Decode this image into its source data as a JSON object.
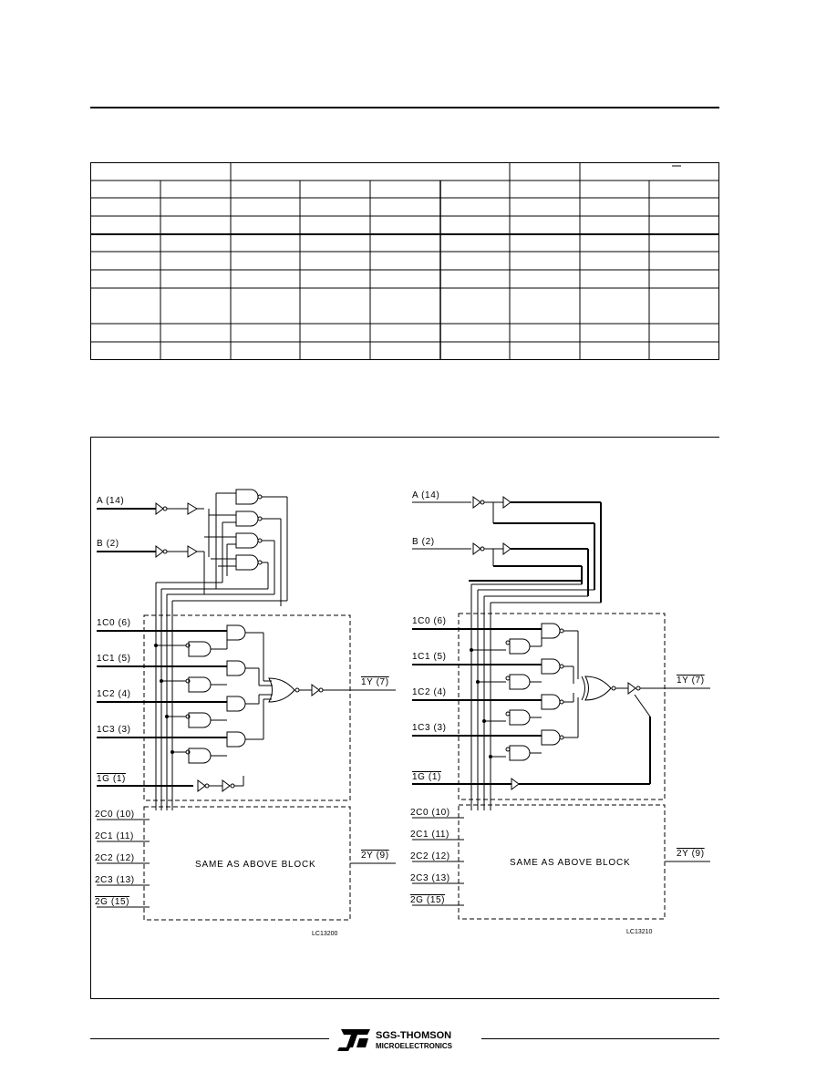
{
  "header": {},
  "schematic": {
    "left": {
      "inputs": [
        "A (14)",
        "B (2)",
        "1C0 (6)",
        "1C1 (5)",
        "1C2 (4)",
        "1C3 (3)",
        "1G (1)"
      ],
      "bottom_inputs": [
        "2C0 (10)",
        "2C1 (11)",
        "2C2 (12)",
        "2C3 (13)",
        "2G (15)"
      ],
      "output_1": "1Y (7)",
      "output_2": "2Y (9)",
      "block_label": "SAME AS ABOVE BLOCK",
      "code": "LC13200"
    },
    "right": {
      "inputs": [
        "A (14)",
        "B (2)",
        "1C0 (6)",
        "1C1 (5)",
        "1C2 (4)",
        "1C3 (3)",
        "1G (1)"
      ],
      "bottom_inputs": [
        "2C0 (10)",
        "2C1 (11)",
        "2C2 (12)",
        "2C3 (13)",
        "2G (15)"
      ],
      "output_1": "1Y (7)",
      "output_2": "2Y (9)",
      "block_label": "SAME AS ABOVE BLOCK",
      "code": "LC13210"
    }
  },
  "footer": {
    "brand_line1": "SGS-THOMSON",
    "brand_line2": "MICROELECTRONICS",
    "logo_icon": "st-logo-icon"
  }
}
